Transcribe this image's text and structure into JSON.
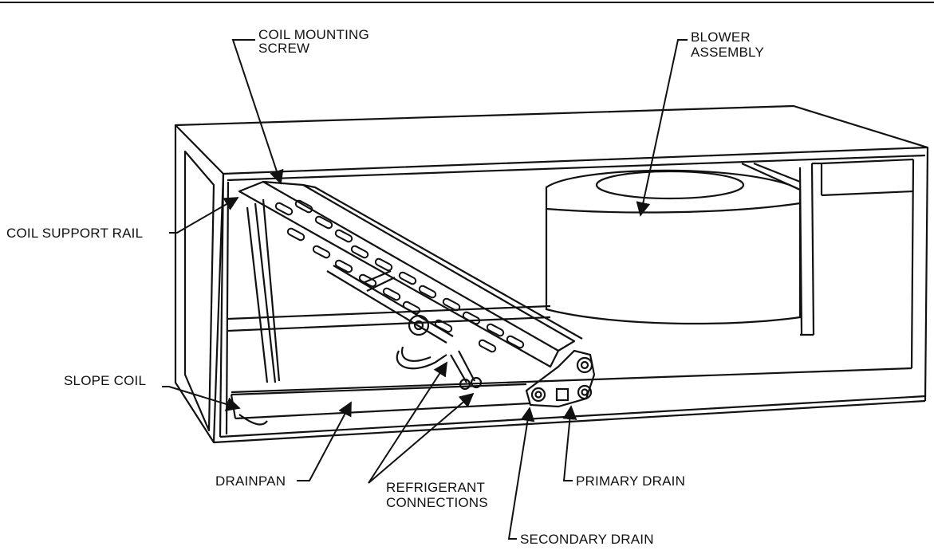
{
  "labels": {
    "coil_mounting_screw_1": "COIL MOUNTING",
    "coil_mounting_screw_2": "SCREW",
    "blower_assembly_1": "BLOWER",
    "blower_assembly_2": "ASSEMBLY",
    "coil_support_rail": "COIL SUPPORT RAIL",
    "slope_coil": "SLOPE COIL",
    "drainpan": "DRAINPAN",
    "refrigerant_connections_1": "REFRIGERANT",
    "refrigerant_connections_2": "CONNECTIONS",
    "primary_drain": "PRIMARY DRAIN",
    "secondary_drain": "SECONDARY DRAIN"
  },
  "colors": {
    "line": "#111111",
    "background": "#ffffff"
  }
}
